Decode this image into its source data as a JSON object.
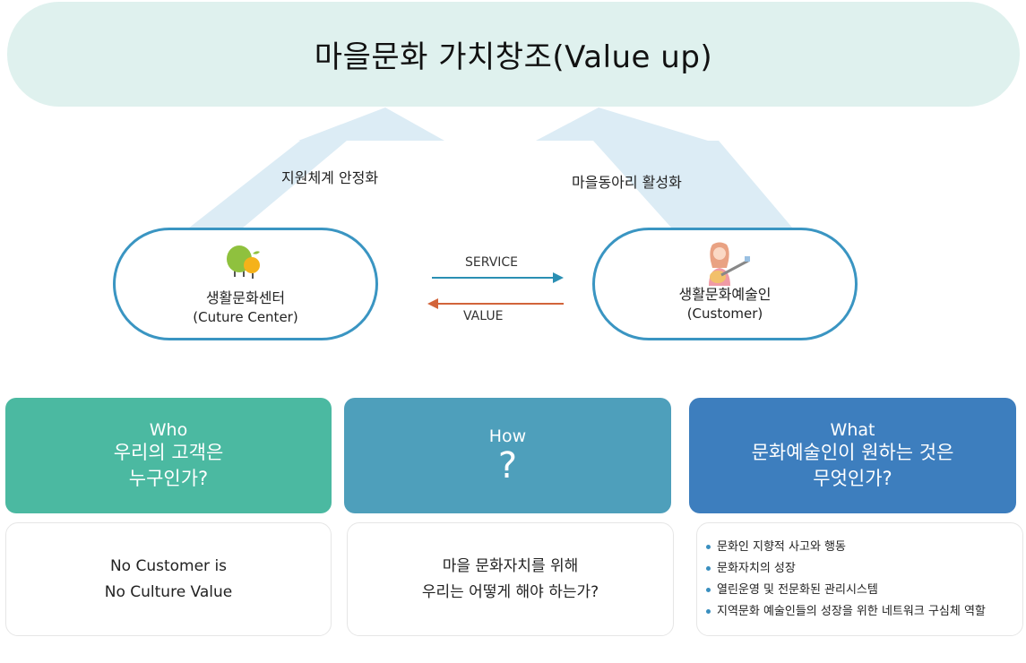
{
  "banner": {
    "title": "마을문화 가치창조(Value up)"
  },
  "arrows": {
    "left_label": "지원체계 안정화",
    "right_label": "마을동아리 활성화"
  },
  "left_node": {
    "name": "생활문화센터",
    "sub": "(Cuture Center)",
    "icon": "tree-icon"
  },
  "right_node": {
    "name": "생활문화예술인",
    "sub": "(Customer)",
    "icon": "guitar-player-icon"
  },
  "flow": {
    "service": "SERVICE",
    "value": "VALUE",
    "service_color": "#2a8fb3",
    "value_color": "#d2643a"
  },
  "cards": [
    {
      "label": "Who",
      "sub": "우리의 고객은\n누구인가?",
      "color": "#4bb9a1"
    },
    {
      "label": "How",
      "sub": "?",
      "color": "#4e9fbb"
    },
    {
      "label": "What",
      "sub": "문화예술인이 원하는 것은\n무엇인가?",
      "color": "#3d7ebe"
    }
  ],
  "boxes": {
    "who": "No Customer is\nNo Culture Value",
    "how": "마을 문화자치를 위해\n우리는 어떻게 해야 하는가?",
    "what": [
      "문화인 지향적 사고와 행동",
      "문화자치의 성장",
      "열린운영 및 전문화된 관리시스템",
      "지역문화 예술인들의 성장을 위한 네트워크 구심체 역할"
    ]
  }
}
